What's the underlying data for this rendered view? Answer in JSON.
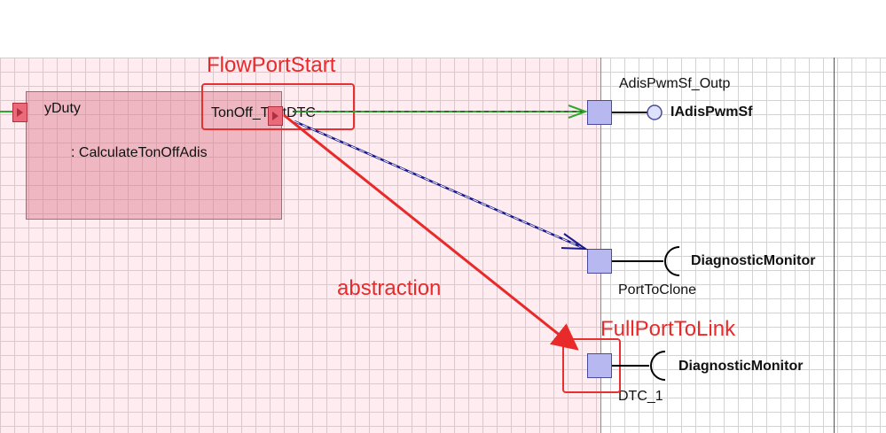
{
  "diagram": {
    "block": {
      "name": ": CalculateTonOffAdis",
      "port_in_label": "yDuty",
      "port_out_label": "TonOff_TestDTC"
    },
    "ports": [
      {
        "label": "AdisPwmSf_Outp",
        "interface": "IAdisPwmSf",
        "kind": "provided"
      },
      {
        "label": "PortToClone",
        "interface": "DiagnosticMonitor",
        "kind": "required"
      },
      {
        "label": "DTC_1",
        "interface": "DiagnosticMonitor",
        "kind": "required"
      }
    ],
    "annotations": {
      "flow_port_start": "FlowPortStart",
      "full_port_to_link": "FullPortToLink",
      "abstraction": "abstraction"
    },
    "colors": {
      "annotation": "#e82a2a",
      "flow_connector": "#2ea82e",
      "dependency": "#1a1a8a",
      "region_fill": "#f7d9de",
      "port_fill": "#b8b8f0"
    }
  }
}
